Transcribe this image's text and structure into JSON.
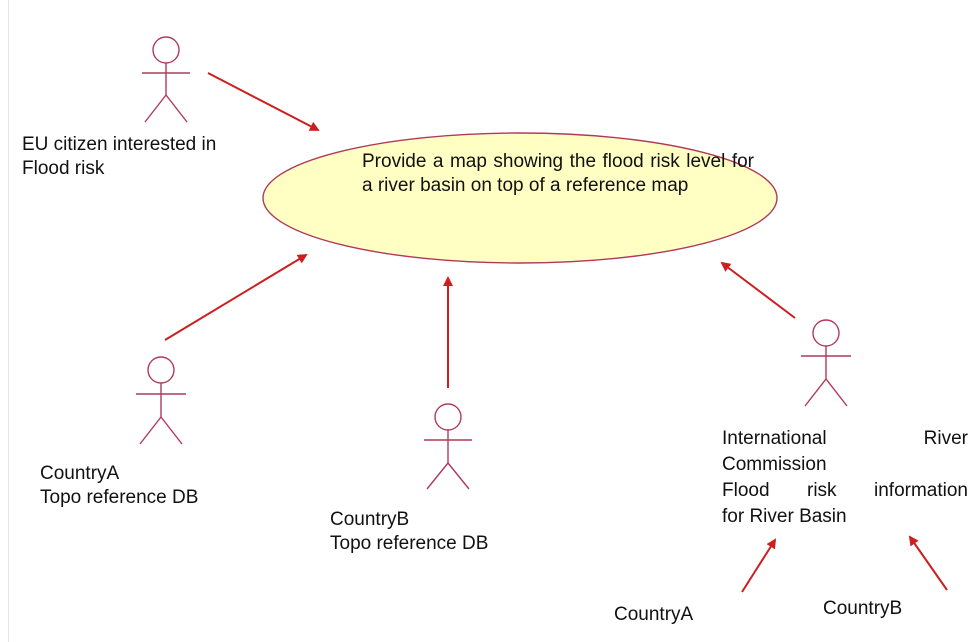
{
  "use_case": {
    "text": "Provide a map showing the flood risk level for a river basin on top of a reference map"
  },
  "actors": {
    "eu_citizen": {
      "line1": "EU citizen interested in",
      "line2": "Flood risk"
    },
    "country_a_topo": {
      "line1": "CountryA",
      "line2": "Topo reference DB"
    },
    "country_b_topo": {
      "line1": "CountryB",
      "line2": "Topo reference DB"
    },
    "commission": {
      "line1": "International River",
      "line2": "Commission",
      "line3": "Flood risk information",
      "line4": "for River Basin"
    },
    "country_a": {
      "label": "CountryA"
    },
    "country_b": {
      "label": "CountryB"
    }
  },
  "colors": {
    "actor_stroke": "#b03a5c",
    "arrow": "#cc1f1f",
    "ellipse_fill": "#ffffc4",
    "ellipse_stroke": "#b03a5c"
  }
}
